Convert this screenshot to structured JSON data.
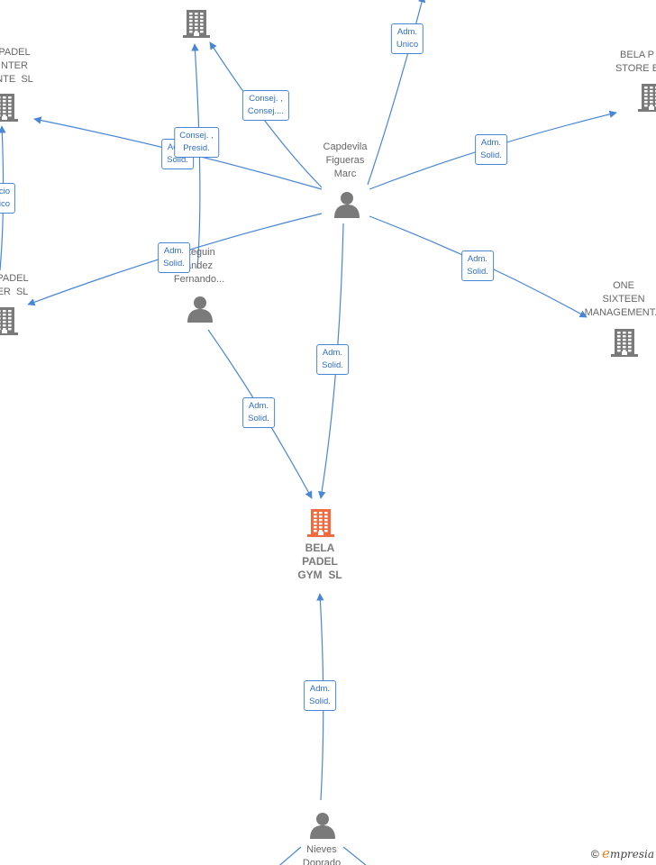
{
  "nodes": {
    "main_company": {
      "label": "BELA\nPADEL\nGYM  SL",
      "type": "company-main"
    },
    "top_company": {
      "label": "",
      "type": "company"
    },
    "left_top_company": {
      "label": "PADEL\nNTER\nNTE  SL",
      "type": "company"
    },
    "left_bottom_company": {
      "label": "PADEL\nER  SL",
      "type": "company"
    },
    "right_top_company": {
      "label": "BELA P\nSTORE B",
      "type": "company"
    },
    "right_mid_company": {
      "label": "ONE\nSIXTEEN\nMANAGEMENT...",
      "type": "company"
    },
    "person_capdevila": {
      "label": "Capdevila\nFigueras\nMarc",
      "type": "person"
    },
    "person_fernando": {
      "label": "steguin\nandez\nFernando...",
      "type": "person"
    },
    "person_nieves": {
      "label": "Nieves\nDoprado",
      "type": "person"
    }
  },
  "edges": [
    {
      "from": "person_capdevila",
      "to": "main_company",
      "role": "Adm.\nSolid."
    },
    {
      "from": "person_capdevila",
      "to": "top_company",
      "role": "Consej. ,\nConsej...."
    },
    {
      "from": "person_capdevila",
      "to": "left_top_company",
      "role": "Adm.\nSolid."
    },
    {
      "from": "person_capdevila",
      "to": "left_bottom_company",
      "role": "Adm.\nSolid."
    },
    {
      "from": "person_capdevila",
      "to": "right_top_company",
      "role": "Adm.\nSolid."
    },
    {
      "from": "person_capdevila",
      "to": "right_mid_company",
      "role": "Adm.\nSolid."
    },
    {
      "from": "person_capdevila",
      "to": "offscreen_top",
      "role": "Adm.\nUnico"
    },
    {
      "from": "person_fernando",
      "to": "top_company",
      "role": "Consej. ,\nPresid."
    },
    {
      "from": "person_fernando",
      "to": "main_company",
      "role": "Adm.\nSolid."
    },
    {
      "from": "left_bottom_company",
      "to": "left_top_company",
      "role": "cio\nico"
    },
    {
      "from": "person_nieves",
      "to": "main_company",
      "role": "Adm.\nSolid."
    }
  ],
  "footer": {
    "copyright": "©",
    "brand_initial": "e",
    "brand_rest": "mpresia"
  },
  "colors": {
    "edge": "#4a86d6",
    "main_company": "#f26a3d",
    "icon": "#7a7a7a",
    "badge_text": "#2f6fc4"
  }
}
